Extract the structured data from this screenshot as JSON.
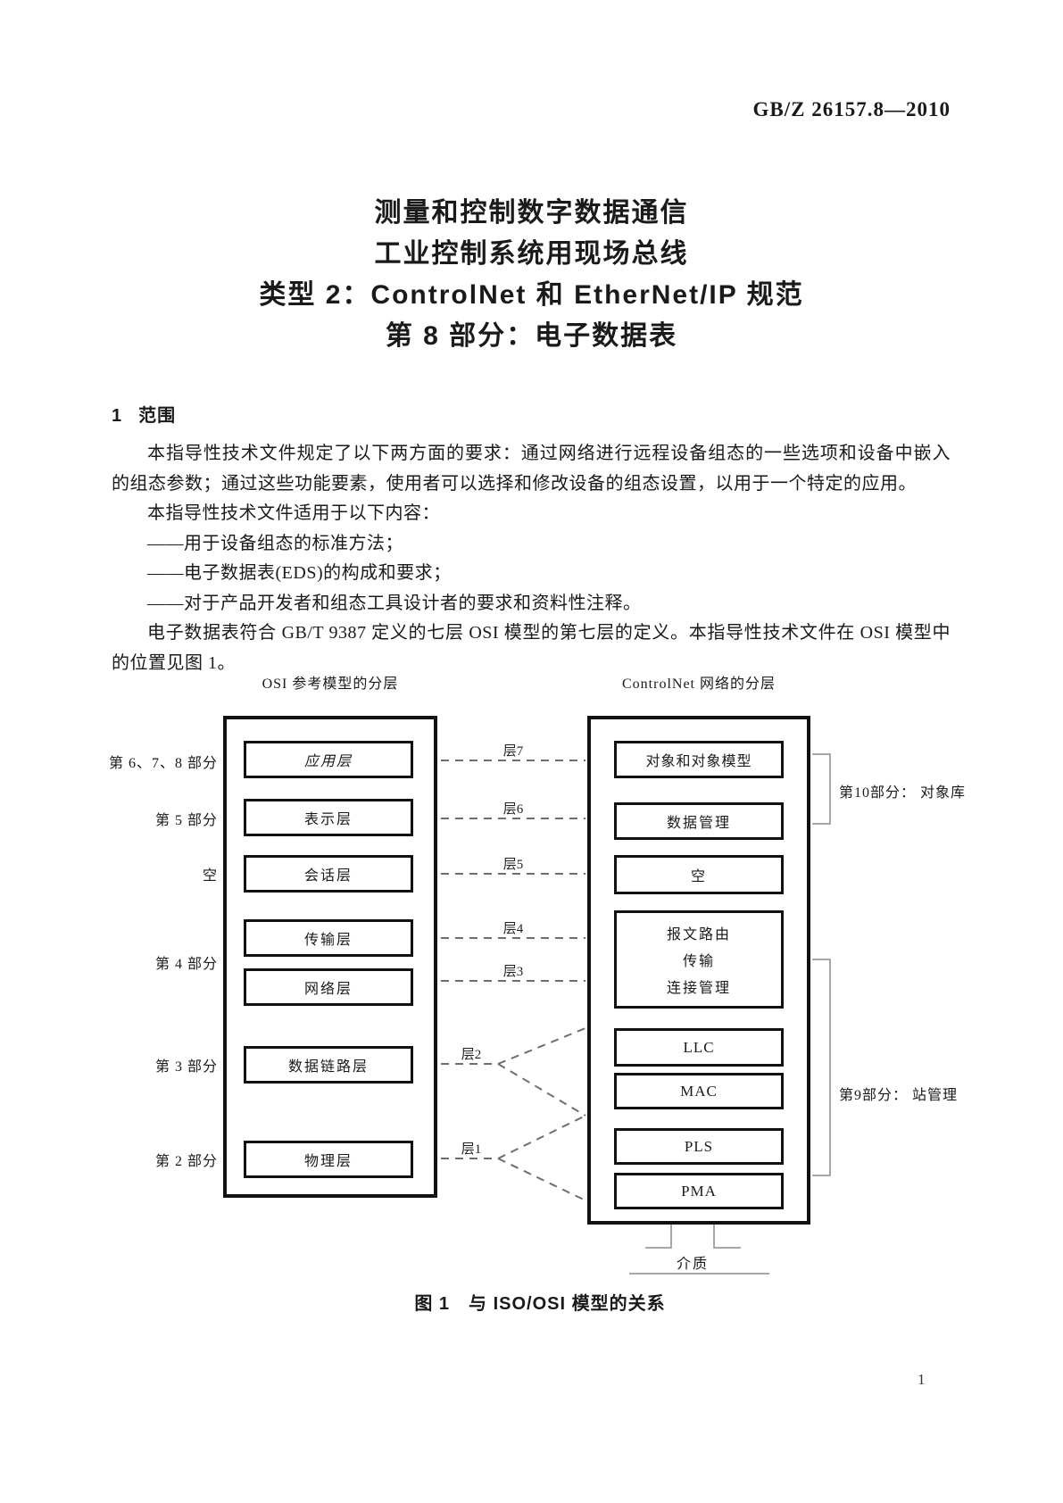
{
  "header": {
    "doc_number": "GB/Z 26157.8—2010"
  },
  "title": {
    "lines": [
      "测量和控制数字数据通信",
      "工业控制系统用现场总线",
      "类型 2：ControlNet 和 EtherNet/IP 规范",
      "第 8 部分：电子数据表"
    ]
  },
  "section1": {
    "number": "1",
    "title": "范围",
    "p1": "本指导性技术文件规定了以下两方面的要求：通过网络进行远程设备组态的一些选项和设备中嵌入的组态参数；通过这些功能要素，使用者可以选择和修改设备的组态设置，以用于一个特定的应用。",
    "p2": "本指导性技术文件适用于以下内容：",
    "dash_items": [
      "——用于设备组态的标准方法；",
      "——电子数据表(EDS)的构成和要求；",
      "——对于产品开发者和组态工具设计者的要求和资料性注释。"
    ],
    "p3": "电子数据表符合 GB/T 9387 定义的七层 OSI 模型的第七层的定义。本指导性技术文件在 OSI 模型中的位置见图 1。"
  },
  "figure": {
    "left_column": {
      "header": "OSI 参考模型的分层",
      "part_labels": [
        "第 6、7、8 部分",
        "第 5 部分",
        "空",
        "第 4 部分",
        "第 3 部分",
        "第 2 部分"
      ],
      "boxes": [
        "应用层",
        "表示层",
        "会话层",
        "传输层",
        "网络层",
        "数据链路层",
        "物理层"
      ]
    },
    "middle": {
      "layer_labels": [
        "层7",
        "层6",
        "层5",
        "层4",
        "层3",
        "层2",
        "层1"
      ]
    },
    "right_column": {
      "header": "ControlNet 网络的分层",
      "boxes": {
        "b1": "对象和对象模型",
        "b2": "数据管理",
        "b3": "空",
        "b4_lines": [
          "报文路由",
          "传输",
          "连接管理"
        ],
        "b5": "LLC",
        "b6": "MAC",
        "b7": "PLS",
        "b8": "PMA"
      },
      "bracket_labels": {
        "part10": "第10部分： 对象库",
        "part9": "第9部分： 站管理"
      },
      "media": "介质"
    },
    "caption": "图 1　与 ISO/OSI 模型的关系"
  },
  "footer": {
    "page_number": "1"
  }
}
